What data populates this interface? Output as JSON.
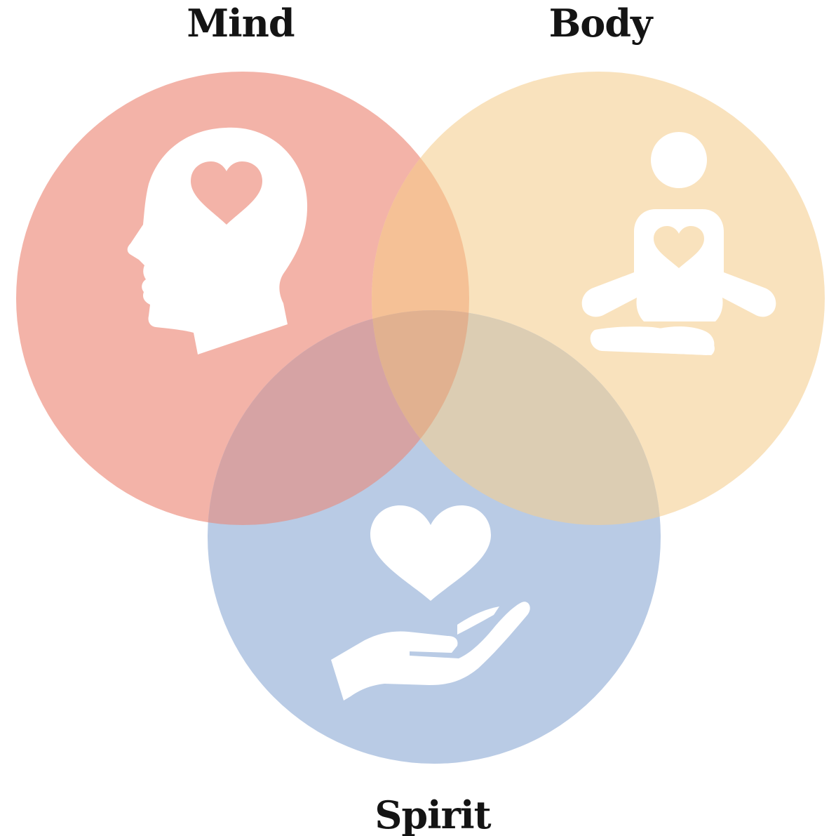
{
  "diagram": {
    "sets": [
      {
        "id": "mind",
        "label": "Mind",
        "color": "#f3b3a8",
        "icon": "head-with-heart-icon"
      },
      {
        "id": "body",
        "label": "Body",
        "color": "#f9e2bd",
        "icon": "meditation-figure-icon"
      },
      {
        "id": "spirit",
        "label": "Spirit",
        "color": "#b9cbe5",
        "icon": "heart-in-hand-icon"
      }
    ],
    "overlap_colors": {
      "mind_body": "#f5c196",
      "mind_spirit": "#d6a3a4",
      "body_spirit": "#dccdb3",
      "center": "#e1b190"
    }
  }
}
